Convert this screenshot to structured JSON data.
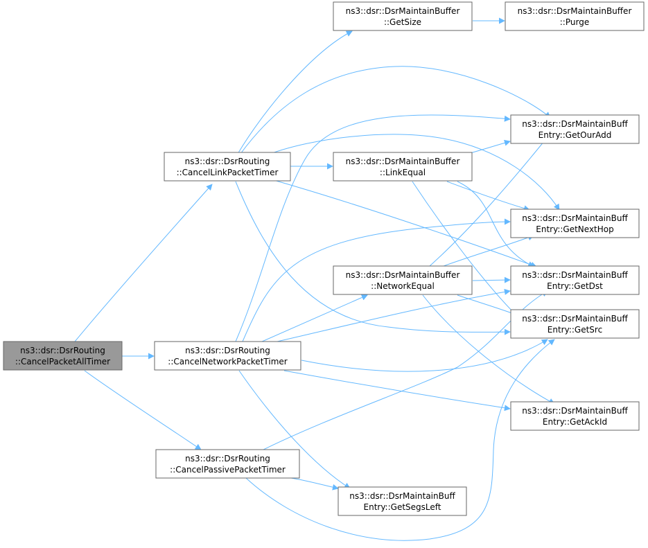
{
  "colors": {
    "edge": "#63b8ff",
    "node_border": "#666666",
    "node_fill": "#ffffff",
    "root_fill": "#999999",
    "text": "#000000"
  },
  "nodes": {
    "cancel_packet_all_timer": {
      "line1": "ns3::dsr::DsrRouting",
      "line2": "::CancelPacketAllTimer"
    },
    "cancel_link_packet_timer": {
      "line1": "ns3::dsr::DsrRouting",
      "line2": "::CancelLinkPacketTimer"
    },
    "cancel_network_packet_timer": {
      "line1": "ns3::dsr::DsrRouting",
      "line2": "::CancelNetworkPacketTimer"
    },
    "cancel_passive_packet_timer": {
      "line1": "ns3::dsr::DsrRouting",
      "line2": "::CancelPassivePacketTimer"
    },
    "buffer_get_size": {
      "line1": "ns3::dsr::DsrMaintainBuffer",
      "line2": "::GetSize"
    },
    "buffer_purge": {
      "line1": "ns3::dsr::DsrMaintainBuffer",
      "line2": "::Purge"
    },
    "buffer_link_equal": {
      "line1": "ns3::dsr::DsrMaintainBuffer",
      "line2": "::LinkEqual"
    },
    "buffer_network_equal": {
      "line1": "ns3::dsr::DsrMaintainBuffer",
      "line2": "::NetworkEqual"
    },
    "entry_get_our_add": {
      "line1": "ns3::dsr::DsrMaintainBuff",
      "line2": "Entry::GetOurAdd"
    },
    "entry_get_next_hop": {
      "line1": "ns3::dsr::DsrMaintainBuff",
      "line2": "Entry::GetNextHop"
    },
    "entry_get_dst": {
      "line1": "ns3::dsr::DsrMaintainBuff",
      "line2": "Entry::GetDst"
    },
    "entry_get_src": {
      "line1": "ns3::dsr::DsrMaintainBuff",
      "line2": "Entry::GetSrc"
    },
    "entry_get_ack_id": {
      "line1": "ns3::dsr::DsrMaintainBuff",
      "line2": "Entry::GetAckId"
    },
    "entry_get_segs_left": {
      "line1": "ns3::dsr::DsrMaintainBuff",
      "line2": "Entry::GetSegsLeft"
    }
  }
}
